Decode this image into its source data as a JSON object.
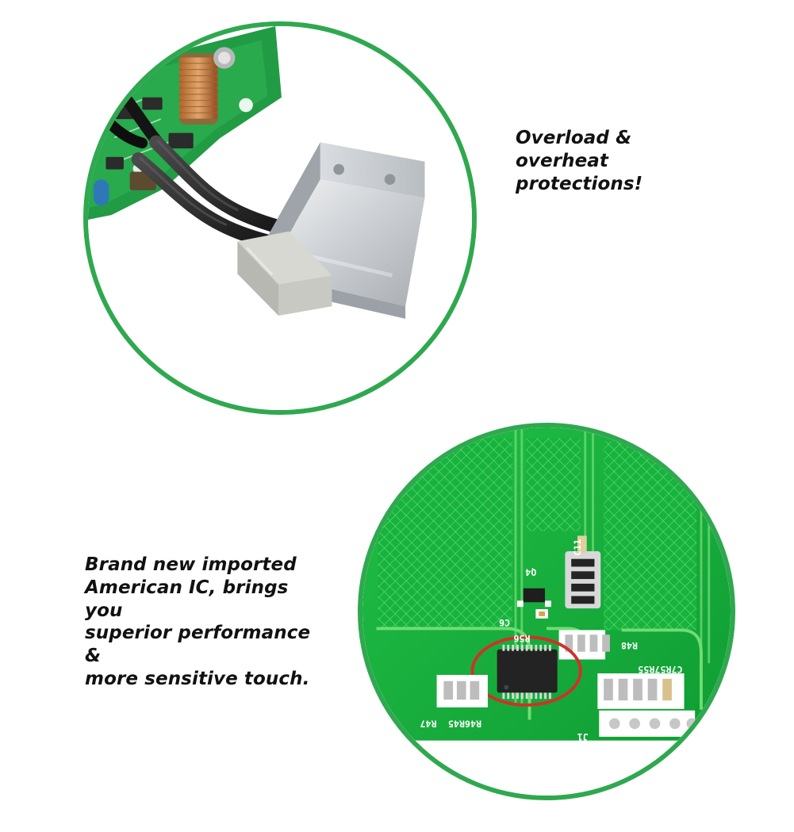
{
  "top_panel": {
    "caption_lines": [
      "Overload &",
      "overheat",
      "protections!"
    ],
    "image_name": "thermal protector closeup",
    "ring_color": "#2fa84f"
  },
  "bottom_panel": {
    "caption_lines": [
      "Brand new imported",
      "American IC, brings you",
      "superior performance &",
      "more sensitive touch."
    ],
    "image_name": "green pcb ic closeup",
    "ring_color": "#2fa84f",
    "highlight_color": "#d0302b"
  },
  "pcb_labels": [
    "Q4",
    "C6",
    "R56",
    "R46R45",
    "R47",
    "J1",
    "R48",
    "C11",
    "C7R57R55"
  ]
}
